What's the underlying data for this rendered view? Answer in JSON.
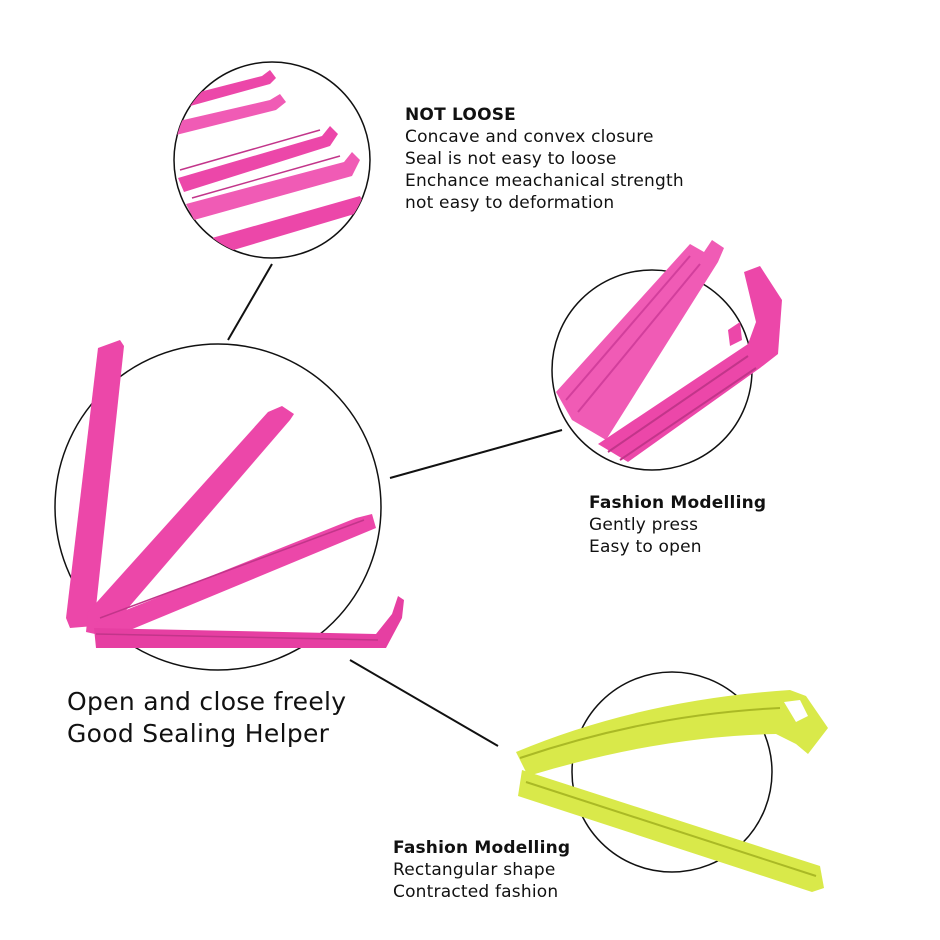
{
  "colors": {
    "pink": "#ec47a9",
    "pink_light": "#f472c0",
    "lime": "#d9e94a",
    "line": "#111111"
  },
  "callout_top": {
    "heading": "NOT LOOSE",
    "lines": [
      "Concave and convex closure",
      "Seal is not easy to loose",
      "Enchance meachanical strength",
      "not easy to deformation"
    ]
  },
  "callout_right": {
    "heading": "Fashion Modelling",
    "lines": [
      "Gently press",
      "Easy to open"
    ]
  },
  "callout_bottom": {
    "heading": "Fashion Modelling",
    "lines": [
      "Rectangular shape",
      "Contracted fashion"
    ]
  },
  "main_caption": {
    "lines": [
      "Open and close freely",
      "Good Sealing Helper"
    ]
  }
}
